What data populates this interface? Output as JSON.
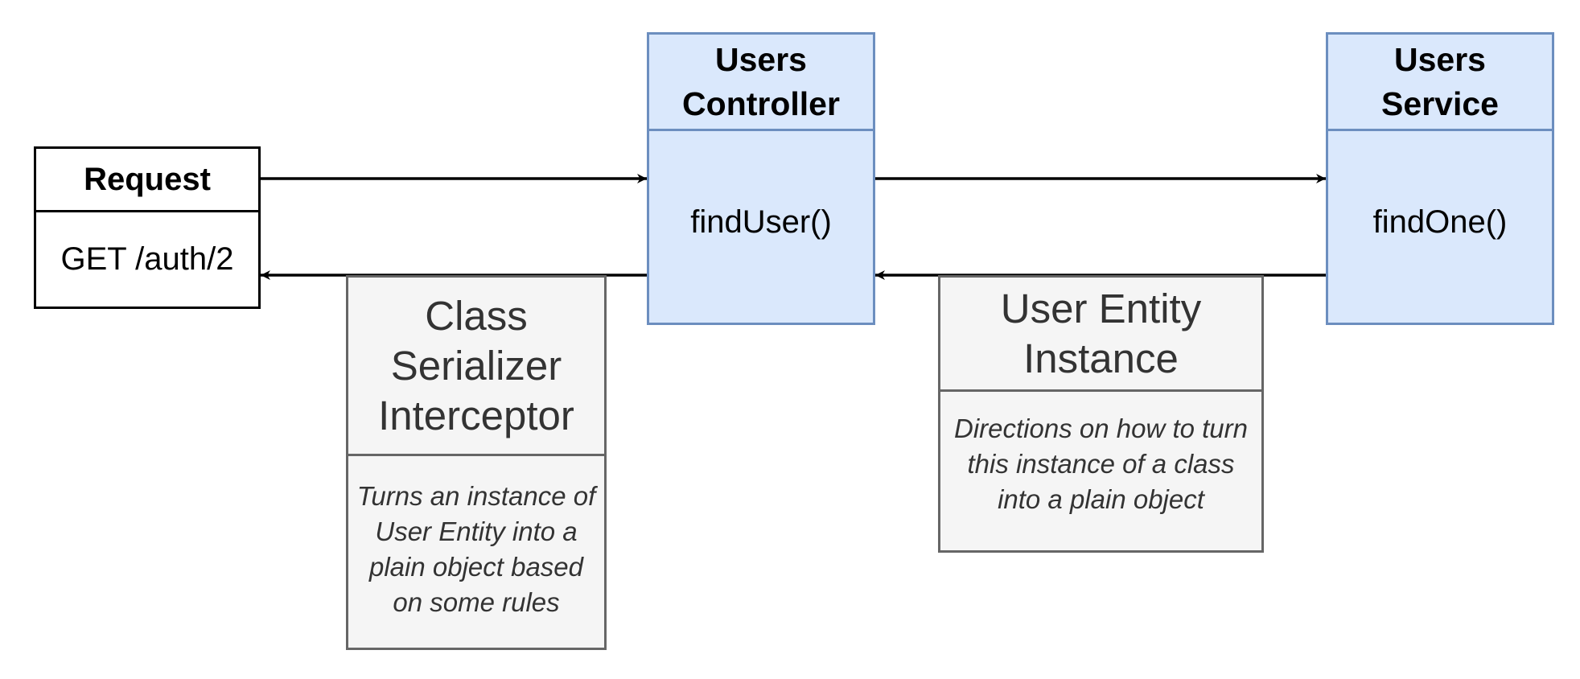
{
  "request": {
    "title": "Request",
    "body": "GET /auth/2"
  },
  "users_controller": {
    "title": "Users Controller",
    "method": "findUser()"
  },
  "users_service": {
    "title": "Users Service",
    "method": "findOne()"
  },
  "serializer": {
    "title": "Class Serializer Interceptor",
    "note": "Turns an instance of User Entity into a plain object based on some rules"
  },
  "entity": {
    "title": "User Entity Instance",
    "note": "Directions on how to turn this instance of a class into a plain object"
  },
  "colors": {
    "blue_fill": "#dae8fc",
    "blue_stroke": "#6c8ebf",
    "grey_fill": "#f5f5f5",
    "grey_stroke": "#666666",
    "grey_text": "#333333"
  }
}
